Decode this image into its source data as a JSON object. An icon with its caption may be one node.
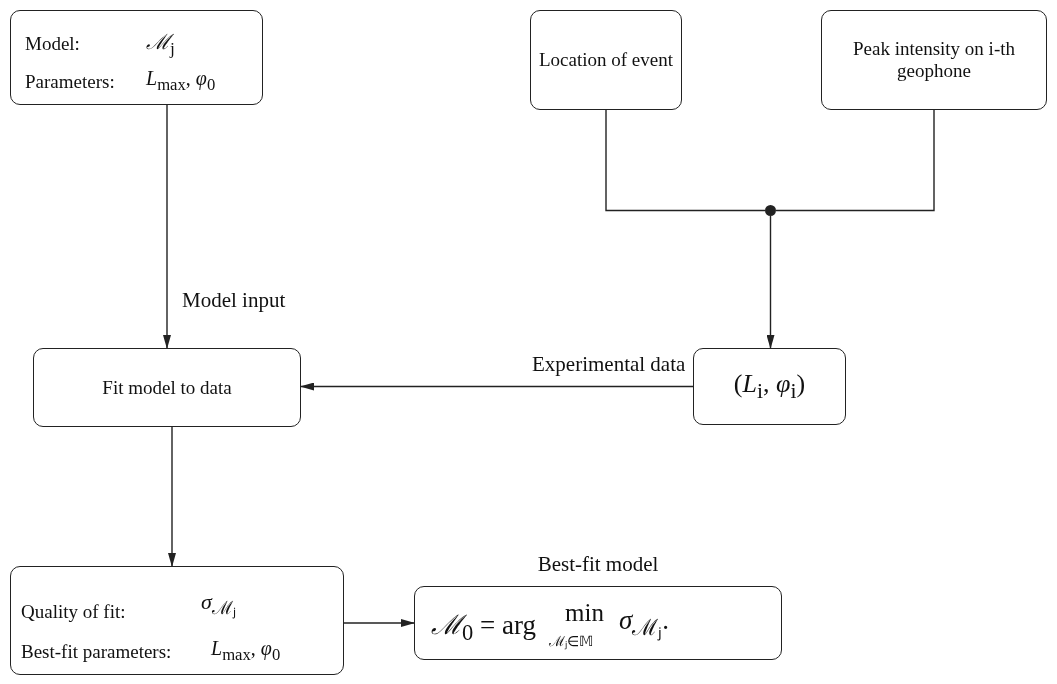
{
  "diagram": {
    "nodes": [
      {
        "text": [
          "Model:",
          "*ℳ*$_{j}$",
          "Parameters:",
          "*L*$_{max}$, *φ*$_{0}$"
        ]
      },
      {
        "text": [
          "Location of event"
        ]
      },
      {
        "text": [
          "Peak intensity on i-th geophone"
        ]
      },
      {
        "text": [],
        "shape": "circle"
      },
      {
        "text": [
          "(*L*$_{i}$, *φ*$_{i}$)"
        ]
      },
      {
        "text": [
          "Fit model to data"
        ]
      },
      {
        "text": [
          "Quality of fit:",
          "*σ*$_{ℳⱼ}$",
          "Best-fit parameters:",
          "*L*$_{max}$, *φ*$_{0}$"
        ]
      },
      {
        "text": [
          "*ℳ*$_{0}$ = arg",
          "min",
          "ℳⱼ∈𝕄",
          "*σ*$_{ℳⱼ}$."
        ],
        "beside": [
          "Best-fit model"
        ]
      }
    ],
    "edges": [
      {
        "from": 0,
        "to": 5,
        "arrow": "to",
        "label": "Model input"
      },
      {
        "from": 1,
        "to": 3,
        "arrow": "none"
      },
      {
        "from": 2,
        "to": 3,
        "arrow": "none"
      },
      {
        "from": 3,
        "to": 4,
        "arrow": "to"
      },
      {
        "from": 4,
        "to": 5,
        "arrow": "to",
        "label": "Experimental data"
      },
      {
        "from": 5,
        "to": 6,
        "arrow": "to"
      },
      {
        "from": 6,
        "to": 7,
        "arrow": "to"
      }
    ]
  }
}
